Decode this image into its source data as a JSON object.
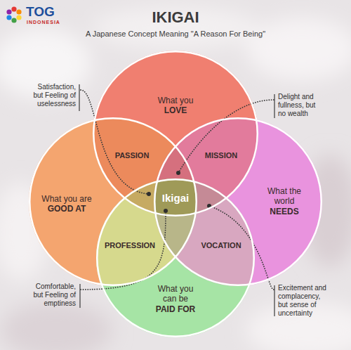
{
  "diagram": {
    "title": "IKIGAI",
    "nodes": [
      {
        "text": [
          "What you",
          "LOVE"
        ]
      },
      {
        "text": [
          "What you are",
          "GOOD AT"
        ]
      },
      {
        "text": [
          "What the world",
          "NEEDS"
        ]
      },
      {
        "text": [
          "What you can be",
          "PAID FOR"
        ]
      }
    ],
    "labels": [
      "TOG",
      "INDONESIA",
      "A Japanese Concept Meaning \"A Reason For Being\"",
      "PASSION",
      "MISSION",
      "Ikigai",
      "PROFESSION",
      "VOCATION",
      "Satisfaction, but Feeling of uselessness",
      "Delight and fullness, but no wealth",
      "Comfortable, but Feeling of emptiness",
      "Excitement and complacency, but sense of uncertainty"
    ]
  }
}
